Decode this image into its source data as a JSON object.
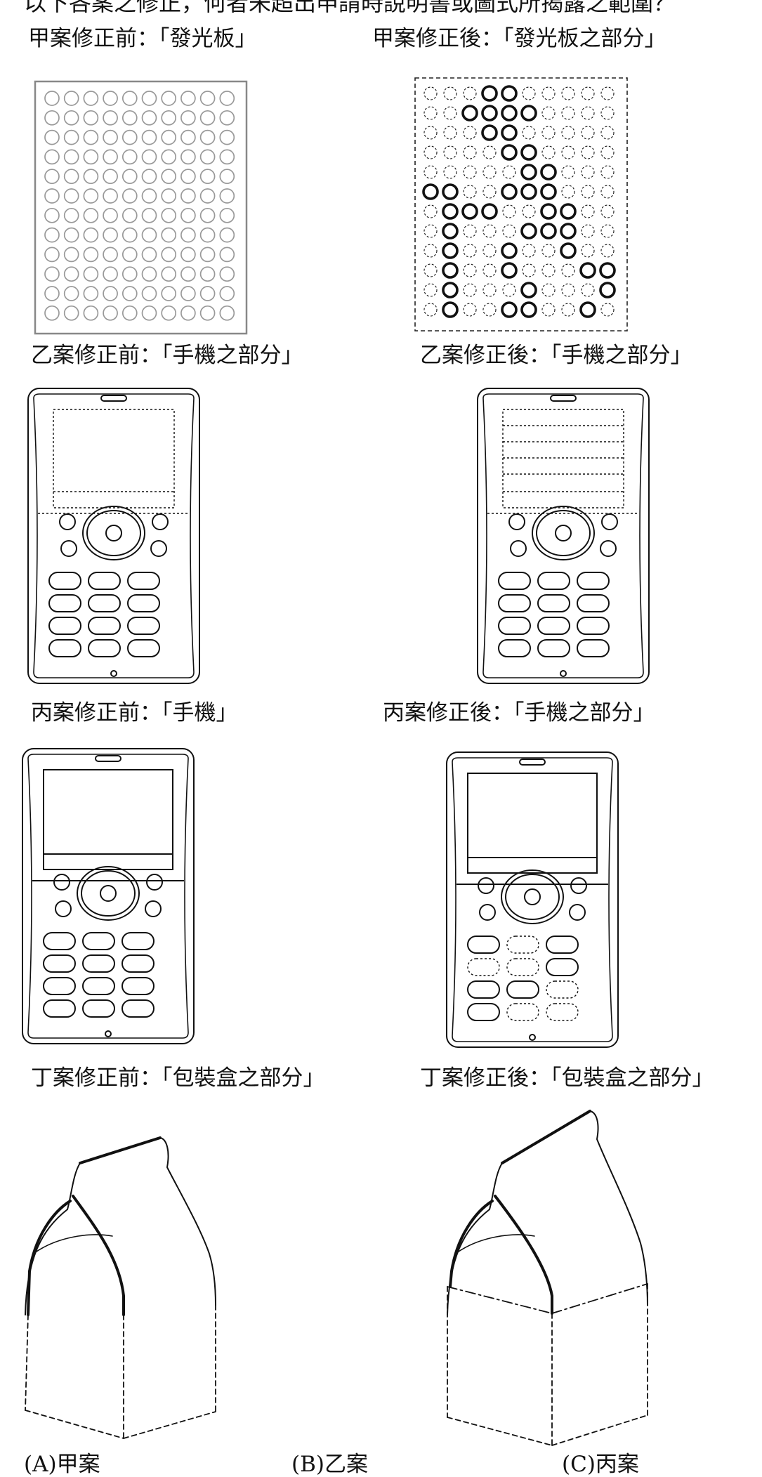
{
  "question": "以下各案之修正，何者未超出申請時說明書或圖式所揭露之範圍？",
  "cases": {
    "jia": {
      "before": "甲案修正前：「發光板」",
      "after": "甲案修正後：「發光板之部分」"
    },
    "yi": {
      "before": "乙案修正前：「手機之部分」",
      "after": "乙案修正後：「手機之部分」"
    },
    "bing": {
      "before": "丙案修正前：「手機」",
      "after": "丙案修正後：「手機之部分」"
    },
    "ding": {
      "before": "丁案修正前：「包裝盒之部分」",
      "after": "丁案修正後：「包裝盒之部分」"
    }
  },
  "options": {
    "a": "(A)甲案",
    "b": "(B)乙案",
    "c": "(C)丙案"
  },
  "panel_grid": {
    "columns": 10,
    "rows": 12
  },
  "panel_after_solid": [
    [
      3,
      0
    ],
    [
      4,
      0
    ],
    [
      2,
      1
    ],
    [
      3,
      1
    ],
    [
      4,
      1
    ],
    [
      5,
      1
    ],
    [
      3,
      2
    ],
    [
      4,
      2
    ],
    [
      4,
      3
    ],
    [
      5,
      3
    ],
    [
      5,
      4
    ],
    [
      6,
      4
    ],
    [
      0,
      5
    ],
    [
      1,
      5
    ],
    [
      4,
      5
    ],
    [
      5,
      5
    ],
    [
      6,
      5
    ],
    [
      1,
      6
    ],
    [
      2,
      6
    ],
    [
      3,
      6
    ],
    [
      6,
      6
    ],
    [
      7,
      6
    ],
    [
      1,
      7
    ],
    [
      5,
      7
    ],
    [
      6,
      7
    ],
    [
      7,
      7
    ],
    [
      1,
      8
    ],
    [
      4,
      8
    ],
    [
      7,
      8
    ],
    [
      1,
      9
    ],
    [
      4,
      9
    ],
    [
      8,
      9
    ],
    [
      9,
      9
    ],
    [
      1,
      10
    ],
    [
      5,
      10
    ],
    [
      9,
      10
    ],
    [
      1,
      11
    ],
    [
      4,
      11
    ],
    [
      5,
      11
    ],
    [
      8,
      11
    ]
  ],
  "keypad_dashed_after_bing": [
    [
      1,
      0
    ],
    [
      0,
      1
    ],
    [
      1,
      1
    ],
    [
      2,
      2
    ],
    [
      1,
      3
    ],
    [
      2,
      3
    ]
  ],
  "colors": {
    "ink": "#111111",
    "panel_border": "#888888",
    "circle_light": "#999999"
  }
}
